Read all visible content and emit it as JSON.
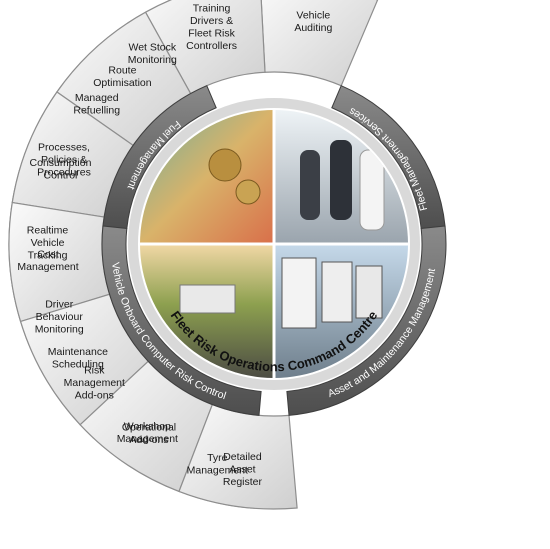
{
  "centre": {
    "title": "Fleet Risk Operations Command Centre",
    "photos": [
      "banknotes-and-coins",
      "celebrating-team",
      "truck-on-highway",
      "parked-fleet-trucks"
    ]
  },
  "bands": {
    "fuel": "Fuel Management",
    "vehicle_onboard": "Vehicle Onboard Computer Risk Control",
    "fleet_services": "Fleet Management Services",
    "asset_maintenance": "Asset and Maintenance Management"
  },
  "left_segments": [
    [
      "Wet Stock",
      "Monitoring"
    ],
    [
      "Managed",
      "Refuelling"
    ],
    [
      "Consumption",
      "Control"
    ],
    [
      "Realtime",
      "Vehicle",
      "Tracking"
    ],
    [
      "Driver",
      "Behaviour",
      "Monitoring"
    ],
    [
      "Risk",
      "Management",
      "Add-ons"
    ],
    [
      "Operational",
      "Add-ons"
    ],
    [
      "Tyre",
      "Management"
    ]
  ],
  "right_segments": [
    [
      "Vehicle",
      "Auditing"
    ],
    [
      "Training",
      "Drivers &",
      "Fleet Risk",
      "Controllers"
    ],
    [
      "Route",
      "Optimisation"
    ],
    [
      "Processes,",
      "Policies &",
      "Procedures"
    ],
    [
      "Cost",
      "Management"
    ],
    [
      "Maintenance",
      "Scheduling"
    ],
    [
      "Workshop",
      "Management"
    ],
    [
      "Detailed",
      "Asset",
      "Register"
    ]
  ],
  "colors": {
    "segment_fill": "#e3e3e3",
    "segment_stroke": "#8e8e8e",
    "band_fill": "#6b6b6b",
    "centre_ring": "#d9d9d9"
  }
}
